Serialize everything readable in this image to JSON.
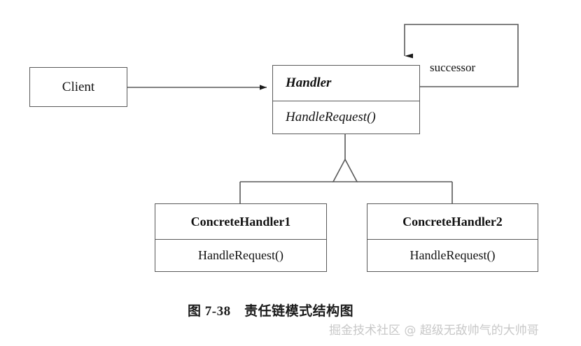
{
  "diagram": {
    "type": "uml-class-diagram",
    "pattern": "Chain of Responsibility",
    "caption": "图 7-38　责任链模式结构图",
    "watermark": "掘金技术社区 @ 超级无敌帅气的大帅哥",
    "colors": {
      "background": "#ffffff",
      "stroke": "#595959",
      "text": "#111111",
      "watermark": "#c8c8c8"
    },
    "nodes": {
      "client": {
        "label": "Client",
        "style": "plain"
      },
      "handler": {
        "title": "Handler",
        "operation": "HandleRequest()",
        "style": "abstract"
      },
      "concrete_handler_1": {
        "title": "ConcreteHandler1",
        "operation": "HandleRequest()",
        "style": "concrete"
      },
      "concrete_handler_2": {
        "title": "ConcreteHandler2",
        "operation": "HandleRequest()",
        "style": "concrete"
      }
    },
    "edges": {
      "client_to_handler": {
        "label": "",
        "kind": "association-arrow",
        "from": "Client",
        "to": "Handler"
      },
      "handler_successor": {
        "label": "successor",
        "kind": "self-association",
        "from": "Handler",
        "to": "Handler"
      },
      "generalization_1": {
        "label": "",
        "kind": "generalization",
        "from": "ConcreteHandler1",
        "to": "Handler"
      },
      "generalization_2": {
        "label": "",
        "kind": "generalization",
        "from": "ConcreteHandler2",
        "to": "Handler"
      }
    }
  }
}
